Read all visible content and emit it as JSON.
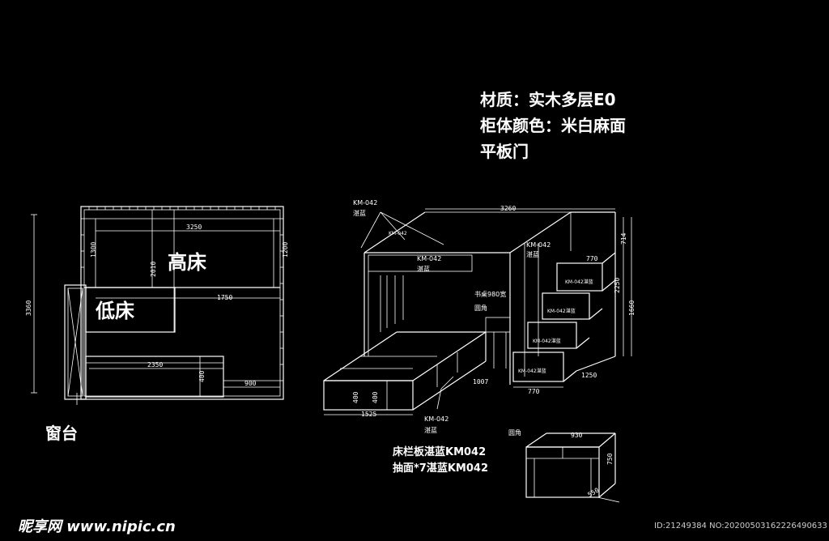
{
  "specs": {
    "line1": "材质：实木多层E0",
    "line2": "柜体颜色：米白麻面",
    "line3": "平板门"
  },
  "plan": {
    "high_bed": "高床",
    "low_bed": "低床",
    "window_sill": "窗台",
    "dim_3250": "3250",
    "dim_1300": "1300",
    "dim_2010": "2010",
    "dim_1750": "1750",
    "dim_1200": "1200",
    "dim_3360": "3360",
    "dim_2350": "2350",
    "dim_400": "400",
    "dim_900": "900"
  },
  "iso": {
    "top_3260": "3260",
    "km_top": "KM-042",
    "km_top2": "湛蓝",
    "km_mid": "KM-042",
    "km_mid2": "湛蓝",
    "km_right": "KM-042",
    "km_right2": "湛蓝",
    "km_bottom": "KM-042",
    "km_bottom2": "湛蓝",
    "km_small": "KM-042",
    "desk_label": "书桌980宽",
    "corner": "圆角",
    "dim_714": "714",
    "dim_2250": "2250",
    "dim_1660": "1660",
    "dim_770": "770",
    "dim_770b": "770",
    "dim_1250": "1250",
    "dim_1525": "1525",
    "dim_1007": "1007",
    "dim_400a": "400",
    "dim_400b": "400",
    "stair1": "KM-042湛蓝",
    "stair2": "KM-042湛蓝",
    "stair3": "KM-042湛蓝",
    "stair4": "KM-042湛蓝",
    "note1": "床栏板湛蓝KM042",
    "note2": "抽面*7湛蓝KM042"
  },
  "desk_view": {
    "corner": "圆角",
    "dim_930": "930",
    "dim_750": "750",
    "dim_550": "550"
  },
  "watermark": {
    "logo": "昵享网 www.nipic.cn",
    "id": "ID:21249384 NO:20200503162226490633"
  }
}
